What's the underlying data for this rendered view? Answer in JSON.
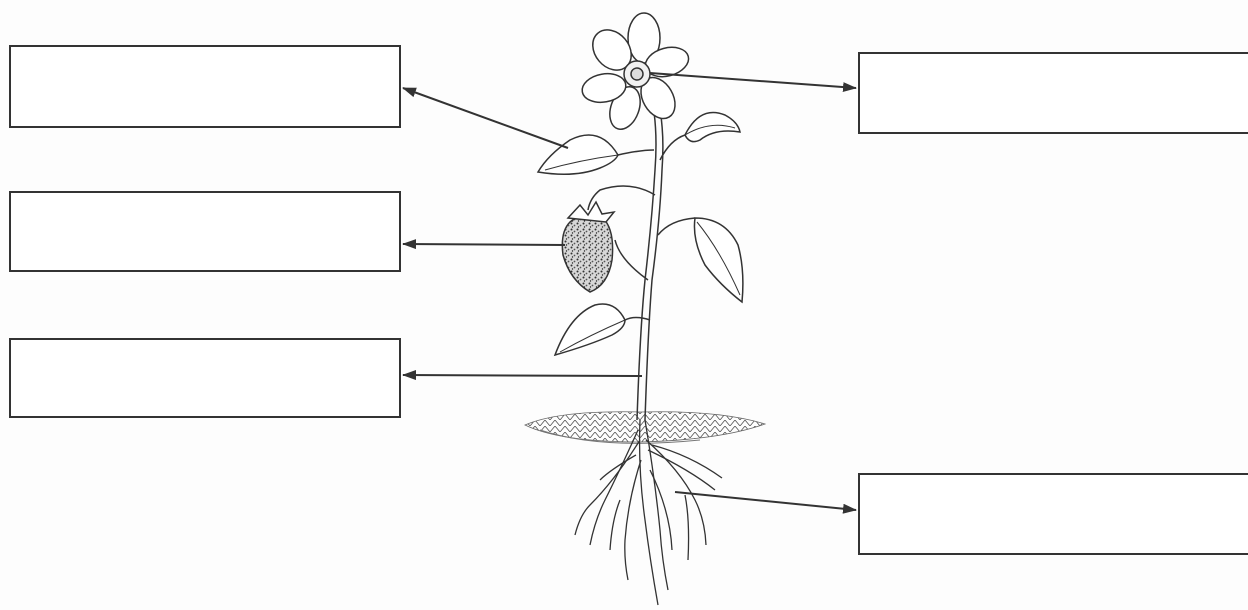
{
  "diagram": {
    "label_boxes": [
      {
        "id": "box-left-1",
        "text": ""
      },
      {
        "id": "box-left-2",
        "text": ""
      },
      {
        "id": "box-left-3",
        "text": ""
      },
      {
        "id": "box-right-1",
        "text": ""
      },
      {
        "id": "box-right-2",
        "text": ""
      }
    ],
    "line_color": "#333333"
  }
}
